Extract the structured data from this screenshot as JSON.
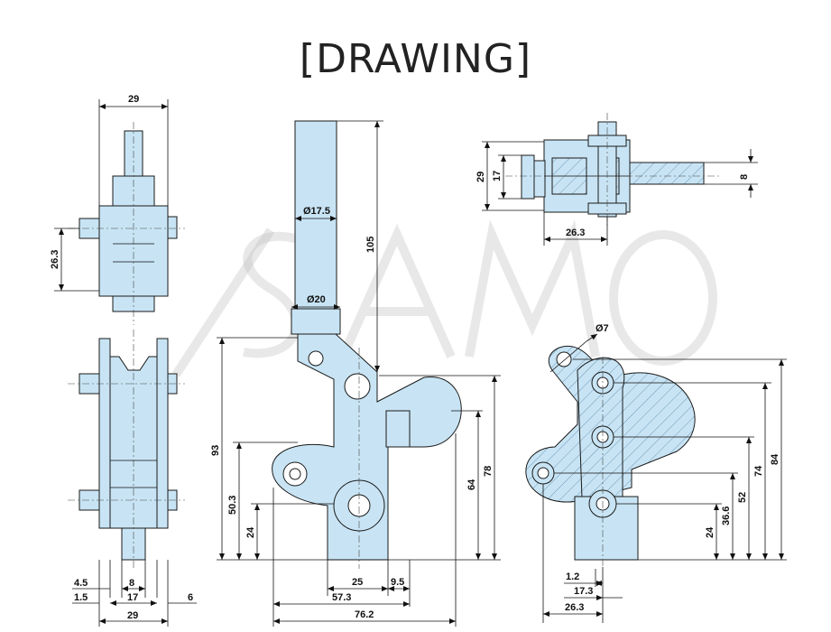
{
  "title": "[DRAWING]",
  "watermark": "SAMO",
  "colors": {
    "part_fill": "#c8e4f4",
    "outline": "#1a1a1a",
    "text": "#111111"
  },
  "top_left_view": {
    "width": "29",
    "height": "26.3"
  },
  "front_left_view": {
    "d1": "4.5",
    "d2": "8",
    "d3": "1.5",
    "d4": "17",
    "d5": "6",
    "d6": "29"
  },
  "side_view": {
    "dia_handle": "Ø17.5",
    "dia_collar": "Ø20",
    "length": "105",
    "h93": "93",
    "h78": "78",
    "h64": "64",
    "h50": "50.3",
    "h24": "24",
    "w25": "25",
    "w9": "9.5",
    "w57": "57.3",
    "w76": "76.2"
  },
  "top_right_view": {
    "h29": "29",
    "h17": "17",
    "h8": "8",
    "w26": "26.3"
  },
  "section_view": {
    "dia_hole": "Ø7",
    "h84": "84",
    "h74": "74",
    "h52": "52",
    "h36": "36.6",
    "h24": "24",
    "w12": "1.2",
    "w17": "17.3",
    "w26": "26.3"
  }
}
